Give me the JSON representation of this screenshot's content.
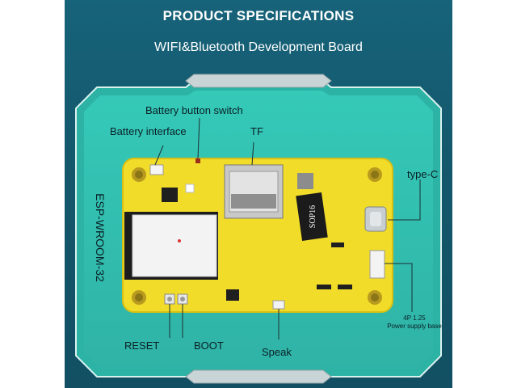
{
  "header": {
    "title": "PRODUCT SPECIFICATIONS",
    "subtitle": "WIFI&Bluetooth Development Board"
  },
  "callouts": {
    "battery_button_switch": "Battery button switch",
    "battery_interface": "Battery interface",
    "tf": "TF",
    "type_c": "type-C",
    "esp_module": "ESP-WROOM-32",
    "power_base_line1": "4P 1.25",
    "power_base_line2": "Power supply base",
    "reset": "RESET",
    "boot": "BOOT",
    "speak": "Speak"
  },
  "board": {
    "chip_label": "SOP16",
    "color": "#f2dc2a",
    "frame_color": "#2bbfb0"
  }
}
